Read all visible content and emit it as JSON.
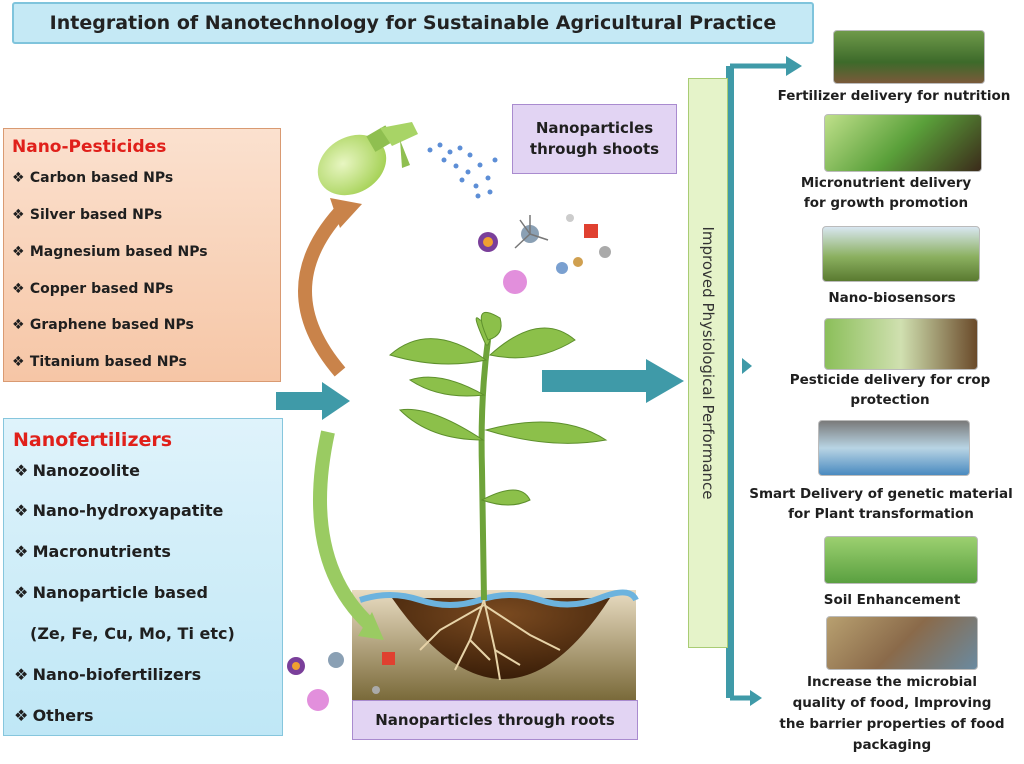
{
  "title": "Integration of Nanotechnology for Sustainable Agricultural Practice",
  "nano_pesticides": {
    "heading": "Nano-Pesticides",
    "items": [
      "Carbon based NPs",
      "Silver based NPs",
      "Magnesium based NPs",
      "Copper based NPs",
      "Graphene based NPs",
      "Titanium based NPs"
    ]
  },
  "nanofertilizers": {
    "heading": "Nanofertilizers",
    "items": [
      "Nanozoolite",
      "Nano-hydroxyapatite",
      "Macronutrients",
      "Nanoparticle based",
      "(Ze, Fe, Cu, Mo, Ti etc)",
      "Nano-biofertilizers",
      "Others"
    ]
  },
  "bullet_char": "❖",
  "shoots_label_line1": "Nanoparticles",
  "shoots_label_line2": "through shoots",
  "roots_label": "Nanoparticles through roots",
  "performance_label": "Improved Physiological Performance",
  "applications": [
    {
      "line1": "Fertilizer delivery for nutrition",
      "line2": ""
    },
    {
      "line1": "Micronutrient  delivery",
      "line2": "for  growth promotion"
    },
    {
      "line1": "Nano-biosensors",
      "line2": ""
    },
    {
      "line1": "Pesticide delivery for crop",
      "line2": "protection"
    },
    {
      "line1": "Smart Delivery of genetic material",
      "line2": "for Plant transformation"
    },
    {
      "line1": "Soil Enhancement",
      "line2": ""
    },
    {
      "line1": "Increase the microbial",
      "line2": "quality of food, Improving",
      "line3": "the barrier properties of food",
      "line4": "packaging"
    }
  ],
  "colors": {
    "teal_arrow": "#3f9aa8",
    "orange_arrow": "#c9834a",
    "green_arrow": "#9acb62",
    "heading_red": "#e0201a"
  }
}
